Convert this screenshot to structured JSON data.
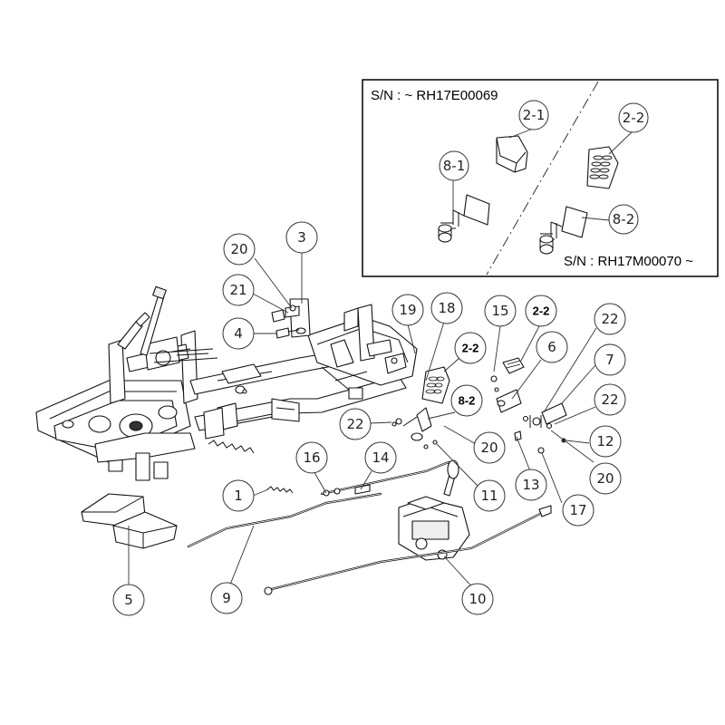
{
  "inset": {
    "sn_before": "S/N : ~ RH17E00069",
    "sn_after": "S/N : RH17M00070 ~"
  },
  "callouts": {
    "c2_1": "2-1",
    "c2_2_inset": "2-2",
    "c8_1": "8-1",
    "c8_2_inset": "8-2",
    "c20_a": "20",
    "c3": "3",
    "c21": "21",
    "c4": "4",
    "c19": "19",
    "c18": "18",
    "c15": "15",
    "c2_2_main": "2-2",
    "c22_a": "22",
    "c2_2_b": "2-2",
    "c6": "6",
    "c7": "7",
    "c8_2_main": "8-2",
    "c22_b": "22",
    "c22_c": "22",
    "c12": "12",
    "c20_b": "20",
    "c20_c": "20",
    "c11": "11",
    "c13": "13",
    "c17": "17",
    "c16": "16",
    "c14": "14",
    "c1": "1",
    "c5": "5",
    "c9": "9",
    "c10": "10"
  },
  "icons": [
    "frame-assembly",
    "pedal",
    "shift-lever",
    "spring",
    "rod"
  ]
}
